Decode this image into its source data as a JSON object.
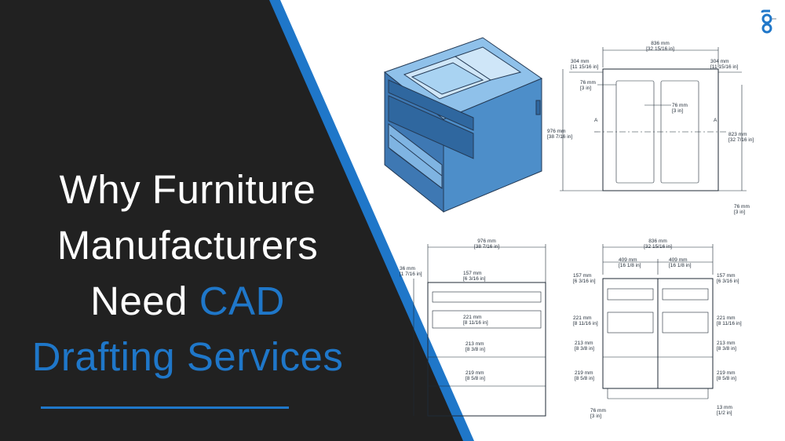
{
  "headline": {
    "line1": "Why Furniture",
    "line2": "Manufacturers",
    "line3_plain": "Need ",
    "line3_accent": "CAD",
    "line4": "Drafting Services"
  },
  "colors": {
    "dark_panel": "#212121",
    "accent_blue": "#1f77c9",
    "text_white": "#ffffff",
    "drawing_line": "#1f2a36"
  },
  "logo": {
    "icon": "brand-logo-icon"
  },
  "front_view": {
    "overall_width": [
      "836 mm",
      "[32 15/16 in]"
    ],
    "left_side": [
      "304 mm",
      "[11 15/16 in]"
    ],
    "right_side": [
      "304 mm",
      "[11 15/16 in]"
    ],
    "top_gap": [
      "76 mm",
      "[3 in]"
    ],
    "mid_gap": [
      "76 mm",
      "[3 in]"
    ],
    "height": [
      "976 mm",
      "[38 7/16 in]"
    ],
    "inner_height": [
      "823 mm",
      "[32 7/16 in]"
    ],
    "base": [
      "76 mm",
      "[3 in]"
    ],
    "section_left": "A",
    "section_right": "A"
  },
  "side_view": {
    "depth": [
      "976 mm",
      "[38 7/16 in]"
    ],
    "top": [
      "36 mm",
      "[1 7/16 in]"
    ],
    "d1": [
      "157 mm",
      "[6 3/16 in]"
    ],
    "d2": [
      "221 mm",
      "[8 11/16 in]"
    ],
    "d3": [
      "213 mm",
      "[8 3/8 in]"
    ],
    "d4": [
      "219 mm",
      "[8 5/8 in]"
    ]
  },
  "section_view": {
    "overall_width": [
      "836 mm",
      "[32 15/16 in]"
    ],
    "half_left": [
      "409 mm",
      "[16 1/8 in]"
    ],
    "half_right": [
      "409 mm",
      "[16 1/8 in]"
    ],
    "l1": [
      "157 mm",
      "[6 3/16 in]"
    ],
    "l2": [
      "221 mm",
      "[8 11/16 in]"
    ],
    "l3": [
      "213 mm",
      "[8 3/8 in]"
    ],
    "l4": [
      "219 mm",
      "[8 5/8 in]"
    ],
    "r1": [
      "157 mm",
      "[6 3/16 in]"
    ],
    "r2": [
      "221 mm",
      "[8 11/16 in]"
    ],
    "r3": [
      "213 mm",
      "[8 3/8 in]"
    ],
    "r4": [
      "219 mm",
      "[8 5/8 in]"
    ],
    "base": [
      "76 mm",
      "[3 in]"
    ],
    "toe": [
      "13 mm",
      "[1/2 in]"
    ]
  }
}
